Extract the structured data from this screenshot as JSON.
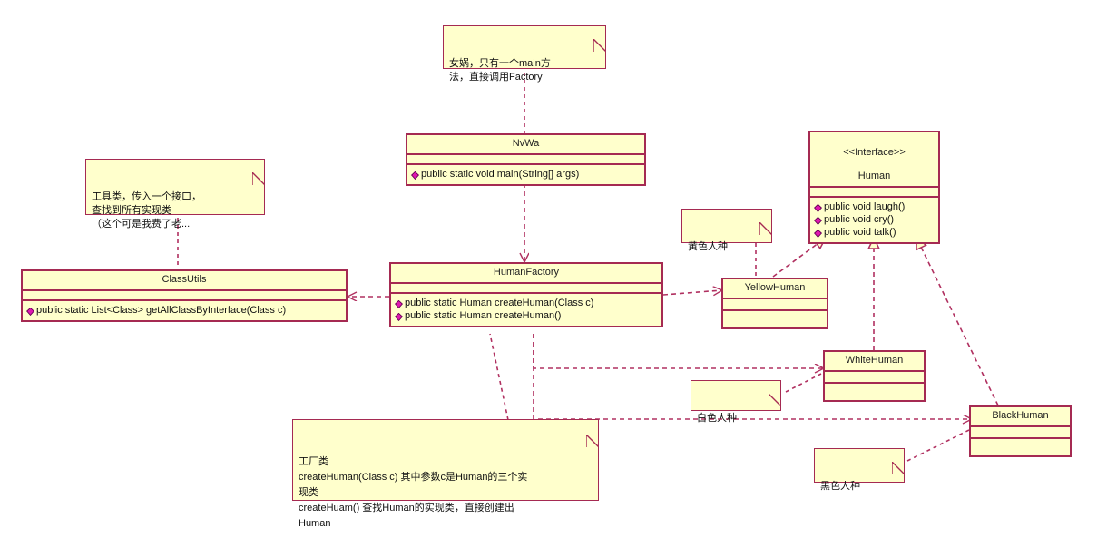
{
  "diagram": {
    "title": "Factory Pattern UML Class Diagram",
    "colors": {
      "box_fill": "#ffffcc",
      "box_border": "#a52a52",
      "edge": "#b03060",
      "text": "#101010",
      "background": "#ffffff"
    }
  },
  "classes": [
    {
      "id": "nvwa",
      "name": "NvWa",
      "stereotype": "",
      "attributes": [],
      "operations": [
        {
          "icon": "visibility-public-icon",
          "text": "public static void main(String[] args)"
        }
      ]
    },
    {
      "id": "human",
      "name": "Human",
      "stereotype": "<<Interface>>",
      "attributes": [],
      "operations": [
        {
          "icon": "visibility-public-icon",
          "text": "public void laugh()"
        },
        {
          "icon": "visibility-public-icon",
          "text": "public void cry()"
        },
        {
          "icon": "visibility-public-icon",
          "text": "public void talk()"
        }
      ]
    },
    {
      "id": "classutils",
      "name": "ClassUtils",
      "stereotype": "",
      "attributes": [],
      "operations": [
        {
          "icon": "visibility-public-icon",
          "text": "public static List<Class> getAllClassByInterface(Class c)"
        }
      ]
    },
    {
      "id": "humanfactory",
      "name": "HumanFactory",
      "stereotype": "",
      "attributes": [],
      "operations": [
        {
          "icon": "visibility-public-icon",
          "text": "public static Human createHuman(Class c)"
        },
        {
          "icon": "visibility-public-icon",
          "text": "public static Human createHuman()"
        }
      ]
    },
    {
      "id": "yellowhuman",
      "name": "YellowHuman",
      "stereotype": "",
      "attributes": [],
      "operations": []
    },
    {
      "id": "whitehuman",
      "name": "WhiteHuman",
      "stereotype": "",
      "attributes": [],
      "operations": []
    },
    {
      "id": "blackhuman",
      "name": "BlackHuman",
      "stereotype": "",
      "attributes": [],
      "operations": []
    }
  ],
  "notes": [
    {
      "id": "note-nvwa",
      "text": "女娲，只有一个main方\n法，直接调用Factory"
    },
    {
      "id": "note-classutils",
      "text": "工具类，传入一个接口，\n查找到所有实现类\n（这个可是我费了老..."
    },
    {
      "id": "note-yellow",
      "text": "黄色人种"
    },
    {
      "id": "note-white",
      "text": "白色人种"
    },
    {
      "id": "note-black",
      "text": "黑色人种"
    },
    {
      "id": "note-factory",
      "text": "工厂类\ncreateHuman(Class c) 其中参数c是Human的三个实\n现类\ncreateHuam() 查找Human的实现类，直接创建出\nHuman"
    }
  ],
  "relationships": [
    {
      "id": "rel-nvwa-factory",
      "from": "nvwa",
      "to": "humanfactory",
      "type": "dependency",
      "style": "dashed",
      "arrow": "open"
    },
    {
      "id": "rel-factory-classutils",
      "from": "humanfactory",
      "to": "classutils",
      "type": "dependency",
      "style": "dashed",
      "arrow": "open"
    },
    {
      "id": "rel-factory-yellow",
      "from": "humanfactory",
      "to": "yellowhuman",
      "type": "dependency",
      "style": "dashed",
      "arrow": "open"
    },
    {
      "id": "rel-factory-white",
      "from": "humanfactory",
      "to": "whitehuman",
      "type": "dependency",
      "style": "dashed",
      "arrow": "open"
    },
    {
      "id": "rel-factory-black",
      "from": "humanfactory",
      "to": "blackhuman",
      "type": "dependency",
      "style": "dashed",
      "arrow": "open"
    },
    {
      "id": "rel-yellow-human",
      "from": "yellowhuman",
      "to": "human",
      "type": "realization",
      "style": "dashed",
      "arrow": "hollow-triangle"
    },
    {
      "id": "rel-white-human",
      "from": "whitehuman",
      "to": "human",
      "type": "realization",
      "style": "dashed",
      "arrow": "hollow-triangle"
    },
    {
      "id": "rel-black-human",
      "from": "blackhuman",
      "to": "human",
      "type": "realization",
      "style": "dashed",
      "arrow": "hollow-triangle"
    }
  ],
  "note_anchors": [
    {
      "id": "anchor-nvwa",
      "note": "note-nvwa",
      "target": "nvwa"
    },
    {
      "id": "anchor-classutils",
      "note": "note-classutils",
      "target": "classutils"
    },
    {
      "id": "anchor-yellow",
      "note": "note-yellow",
      "target": "yellowhuman"
    },
    {
      "id": "anchor-white",
      "note": "note-white",
      "target": "whitehuman"
    },
    {
      "id": "anchor-black",
      "note": "note-black",
      "target": "blackhuman"
    },
    {
      "id": "anchor-factory",
      "note": "note-factory",
      "target": "humanfactory"
    }
  ]
}
